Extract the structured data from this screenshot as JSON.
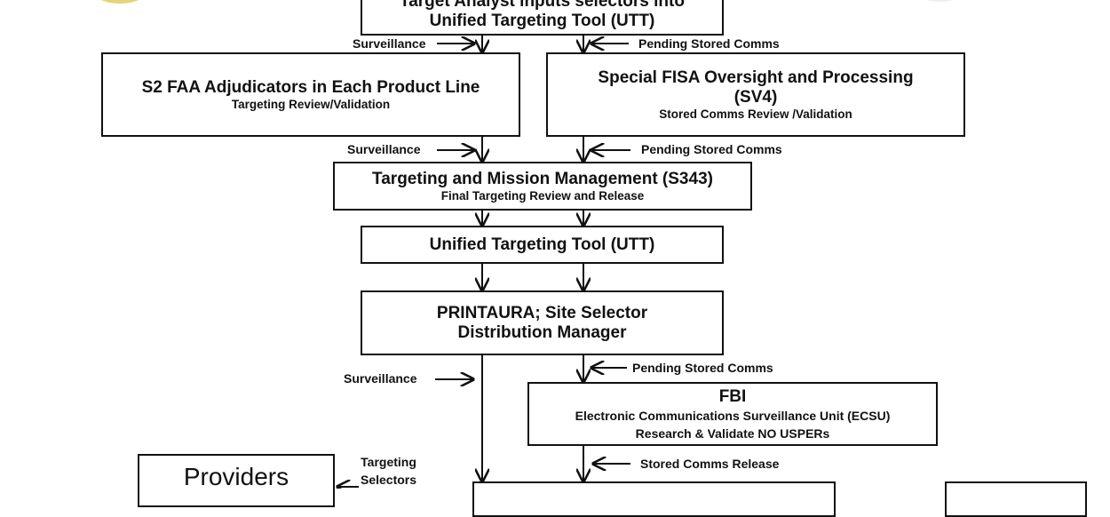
{
  "boxes": {
    "top": {
      "line1": "Target Analyst inputs selectors into",
      "line2": "Unified Targeting Tool  (UTT)"
    },
    "s2": {
      "title": "S2 FAA Adjudicators in Each Product Line",
      "subtitle": "Targeting Review/Validation"
    },
    "sv4": {
      "title_line1": "Special FISA Oversight and Processing",
      "title_line2": "(SV4)",
      "subtitle": "Stored Comms Review /Validation"
    },
    "s343": {
      "title": "Targeting and Mission Management (S343)",
      "subtitle": "Final Targeting Review and Release"
    },
    "utt": {
      "title": "Unified Targeting Tool  (UTT)"
    },
    "printaura": {
      "line1": "PRINTAURA; Site Selector",
      "line2": "Distribution Manager"
    },
    "fbi": {
      "title": "FBI",
      "line1": "Electronic Communications Surveillance Unit (ECSU)",
      "line2": "Research & Validate NO USPERs"
    },
    "providers": {
      "title": "Providers"
    }
  },
  "labels": {
    "surveillance_1": "Surveillance",
    "pending_1": "Pending  Stored Comms",
    "surveillance_2": "Surveillance",
    "pending_2": "Pending  Stored Comms",
    "surveillance_3": "Surveillance",
    "pending_3": "Pending  Stored Comms",
    "stored_release": "Stored Comms Release",
    "targeting_selectors_line1": "Targeting",
    "targeting_selectors_line2": "Selectors"
  },
  "colors": {
    "ink": "#111111",
    "logo": "#c9a227"
  }
}
